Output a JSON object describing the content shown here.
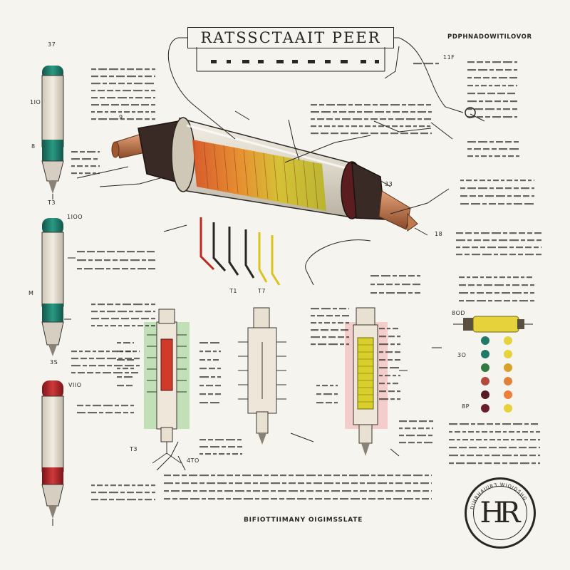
{
  "title": "RATSSCTAAIT  PEER",
  "subtitle": "PDPHNADOWITILOVOR",
  "footer": "BIFIOTTIIMANY  OIGIMSSLATE",
  "logo": {
    "mark": "HR",
    "ring_text": "DIHBHAIUR3 WIOIDSHG"
  },
  "labels": {
    "top_left_number": "37",
    "left_tube_1_side": "1IO",
    "left_tube_1_mid": "8",
    "left_tube_1_bottom": "T3",
    "left_tube_2_top": "1IOO",
    "left_tube_2_side": "M",
    "left_tube_2_bottom": "3S",
    "left_tube_3_top": "VIIO",
    "board_left_bottom": "T3",
    "board_left_bottom2": "4TO",
    "board_mid_bottom": "T7",
    "right_top_label": "11F",
    "right_mid_label_1": "33",
    "right_mid_label_2": "18",
    "right_swatch_label": "8OD",
    "right_dots_label_1": "3O",
    "right_dots_label_2": "8P",
    "center_mid_label": "9",
    "center_small_label": "T1"
  },
  "swatch_colors": {
    "left": [
      "#1f7a68",
      "#1f7a68",
      "#2f7a3d",
      "#b4493f",
      "#5a1a23",
      "#6d1d2a"
    ],
    "right": [
      "#e6d23a",
      "#e6d23a",
      "#d9a02b",
      "#e2823a",
      "#ee7e3b",
      "#e6d23a"
    ]
  },
  "tube_colors": {
    "teal": "#1f7b6a",
    "red": "#b3242a",
    "copper": "#b86a3e",
    "coil_gold": "#d8b434"
  }
}
